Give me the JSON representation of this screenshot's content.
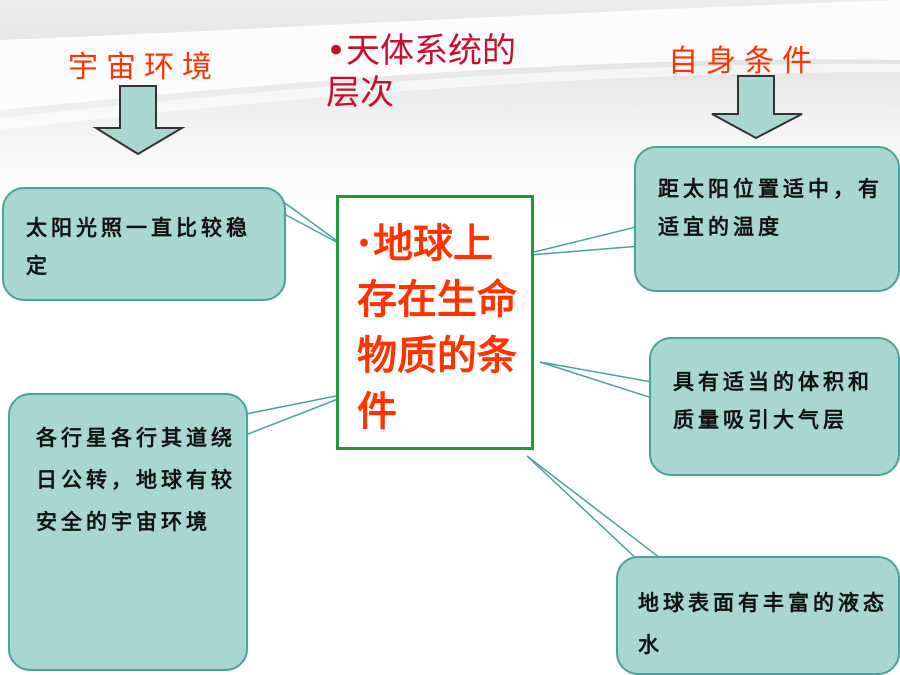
{
  "left_heading": "宇宙环境",
  "right_heading": "自身条件",
  "title": "•天体系统的层次",
  "center": "地球上存在生命物质的条件",
  "callouts": [
    "太阳光照一直比较稳定",
    "距太阳位置适中，有适宜的温度",
    "具有适当的体积和质量吸引大气层",
    "各行星各行其道绕日公转，地球有较安全的宇宙环境",
    "地球表面有丰富的液态水"
  ],
  "colors": {
    "heading": "#ff3300",
    "title": "#c8102e",
    "center_text": "#ff3300",
    "center_border": "#1f9a3a",
    "callout_fill": "#a8d6d3",
    "callout_border": "#48a39c",
    "arrow_fill": "#a8d6d3",
    "arrow_stroke": "#333333"
  },
  "icons": [
    "down-arrow-icon",
    "bullet-icon"
  ]
}
